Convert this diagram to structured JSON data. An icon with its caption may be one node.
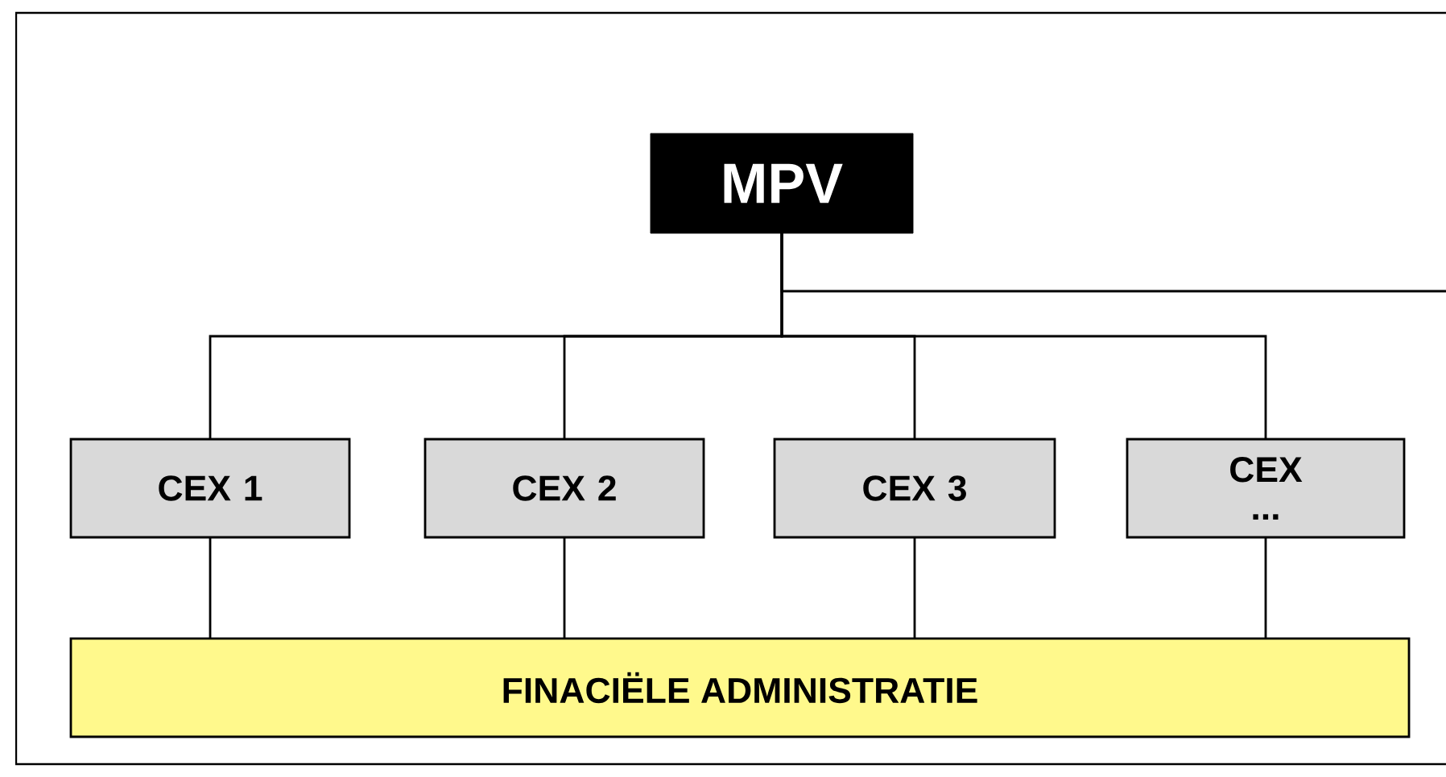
{
  "diagram": {
    "nodes": [
      {
        "text": [
          "MPV"
        ]
      },
      {
        "text": [
          "CEX 1"
        ]
      },
      {
        "text": [
          "CEX 2"
        ]
      },
      {
        "text": [
          "CEX 3"
        ]
      },
      {
        "text": [
          "CEX ..."
        ]
      },
      {
        "text": [
          "FINACIËLE ADMINISTRATIE"
        ]
      }
    ],
    "edges": [
      {
        "from": 0,
        "to": 1,
        "arrow": "none"
      },
      {
        "from": 0,
        "to": 2,
        "arrow": "none"
      },
      {
        "from": 0,
        "to": 3,
        "arrow": "none"
      },
      {
        "from": 0,
        "to": 4,
        "arrow": "none"
      },
      {
        "from": 0,
        "to": null,
        "arrow": "none"
      },
      {
        "from": 1,
        "to": 5,
        "arrow": "none"
      },
      {
        "from": 2,
        "to": 5,
        "arrow": "none"
      },
      {
        "from": 3,
        "to": 5,
        "arrow": "none"
      },
      {
        "from": 4,
        "to": 5,
        "arrow": "none"
      }
    ]
  }
}
